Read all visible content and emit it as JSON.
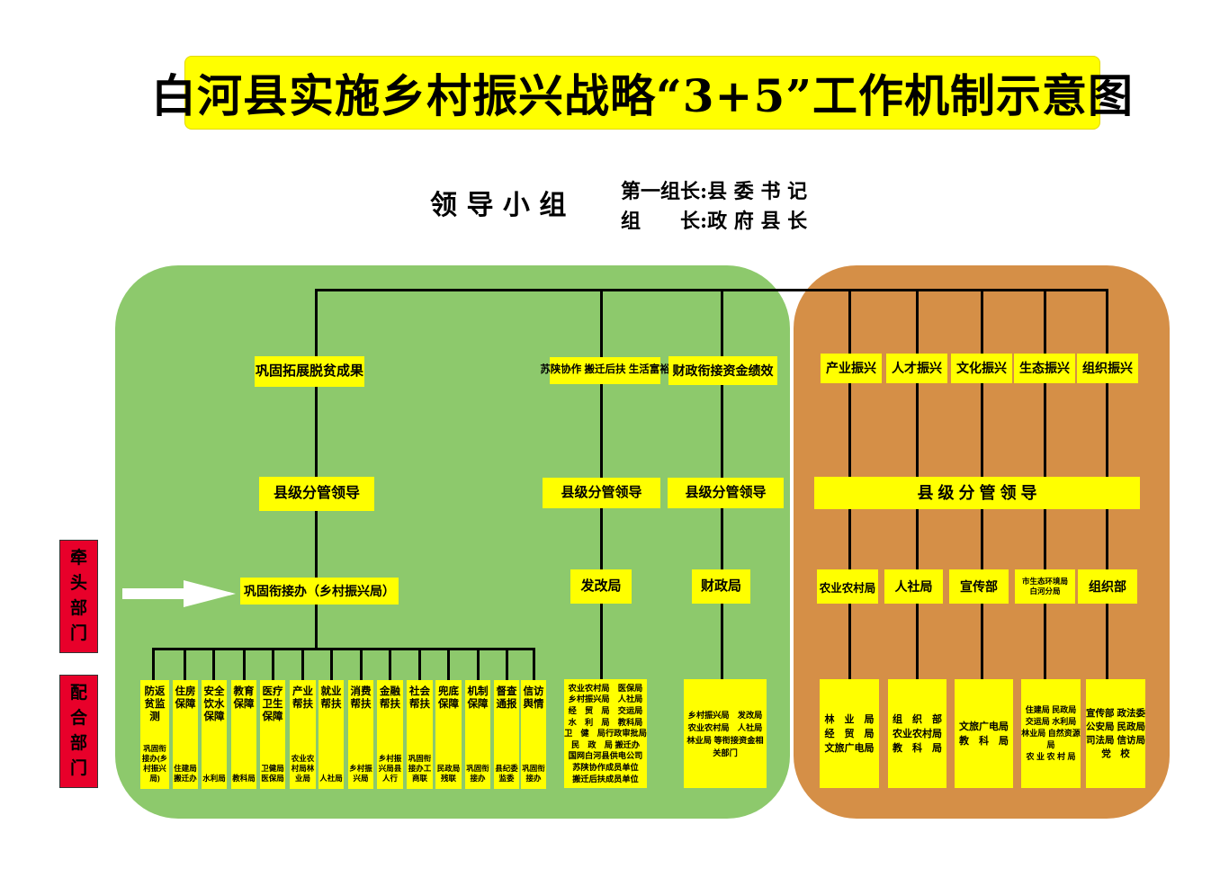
{
  "title": "白河县实施乡村振兴战略“3+5”工作机制示意图",
  "leadership": {
    "group": "领 导 小 组",
    "line1": "第一组长:县 委 书 记",
    "line2": "组　　长:政 府 县 长"
  },
  "side_labels": {
    "lead": "牵头部门",
    "cooperate": "配合部门"
  },
  "green": {
    "col1": {
      "task": "巩固拓展脱贫成果",
      "leader": "县级分管领导",
      "office": "巩固衔接办（乡村振兴局）",
      "subs": [
        {
          "top": "防返贫监测",
          "bottom": "巩固衔接办(乡村振兴局)"
        },
        {
          "top": "住房保障",
          "bottom": "住建局搬迁办"
        },
        {
          "top": "安全饮水保障",
          "bottom": "水利局"
        },
        {
          "top": "教育保障",
          "bottom": "教科局"
        },
        {
          "top": "医疗卫生保障",
          "bottom": "卫健局医保局"
        },
        {
          "top": "产业帮扶",
          "bottom": "农业农村局林业局"
        },
        {
          "top": "就业帮扶",
          "bottom": "人社局"
        },
        {
          "top": "消费帮扶",
          "bottom": "乡村振兴局"
        },
        {
          "top": "金融帮扶",
          "bottom": "乡村振兴局县人行"
        },
        {
          "top": "社会帮扶",
          "bottom": "巩固衔接办工商联"
        },
        {
          "top": "兜底保障",
          "bottom": "民政局残联"
        },
        {
          "top": "机制保障",
          "bottom": "巩固衔接办"
        },
        {
          "top": "督查通报",
          "bottom": "县纪委监委"
        },
        {
          "top": "信访舆情",
          "bottom": "巩固衔接办"
        }
      ]
    },
    "col2": {
      "task": "苏陕协作 搬迁后扶 生活富裕",
      "leader": "县级分管领导",
      "office": "发改局",
      "members": "农业农村局　医保局\n乡村振兴局　人社局\n经　贸　局　交运局\n水　利　局　教科局\n卫　健　局行政审批局\n民　政　局 搬迁办\n国网白河县供电公司\n苏陕协作成员单位\n搬迁后扶成员单位"
    },
    "col3": {
      "task": "财政衔接资金绩效",
      "leader": "县级分管领导",
      "office": "财政局",
      "members": "乡村振兴局　发改局\n农业农村局　人社局\n林业局 等衔接资金相关部门"
    }
  },
  "orange": {
    "tasks": [
      "产业振兴",
      "人才振兴",
      "文化振兴",
      "生态振兴",
      "组织振兴"
    ],
    "leader": "县 级 分 管 领 导",
    "leads": [
      "农业农村局",
      "人社局",
      "宣传部",
      "市生态环境局\n白河分局",
      "组织部"
    ],
    "members": [
      "林　业　局\n经　贸　局\n文旅广电局",
      "组　织　部\n农业农村局\n教　科　局",
      "文旅广电局\n教　科　局",
      "住建局 民政局\n交运局 水利局\n林业局 自然资源局\n农 业 农 村 局",
      "宣传部 政法委\n公安局 民政局\n司法局 信访局\n党　校"
    ]
  },
  "colors": {
    "yellow": "#ffff00",
    "green": "#8dc96c",
    "orange": "#d58f47",
    "red": "#e8002a"
  }
}
